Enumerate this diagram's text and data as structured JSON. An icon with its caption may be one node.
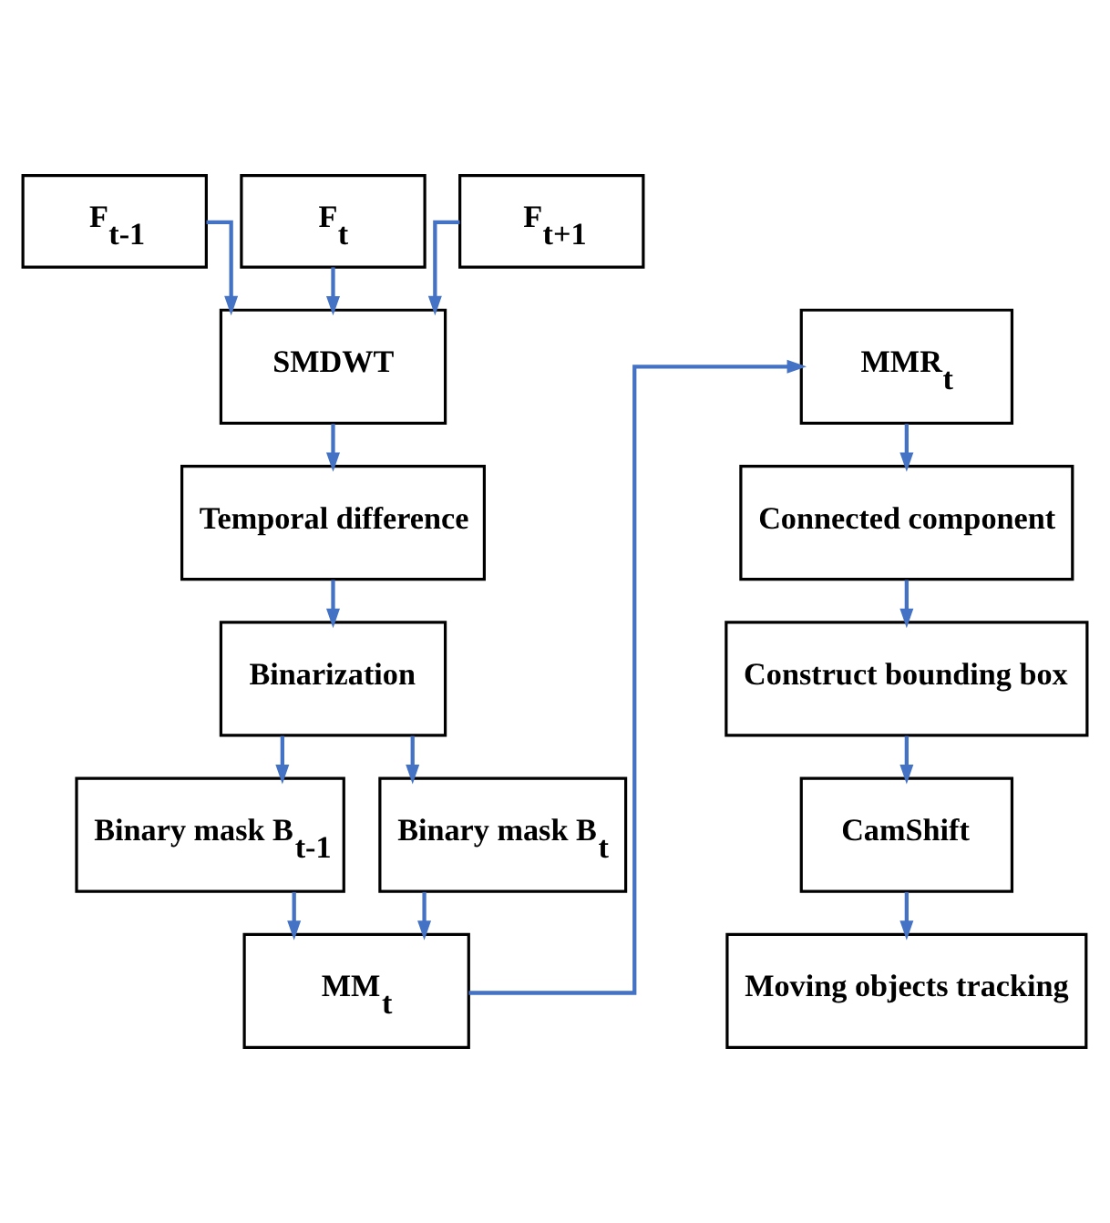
{
  "diagram": {
    "nodes": [
      {
        "text": [
          "F$_{t-1}$"
        ]
      },
      {
        "text": [
          "F$_{t}$"
        ]
      },
      {
        "text": [
          "F$_{t+1}$"
        ]
      },
      {
        "text": [
          "SMDWT"
        ]
      },
      {
        "text": [
          "Temporal difference"
        ]
      },
      {
        "text": [
          "Binarization"
        ]
      },
      {
        "text": [
          "Binary mask B$_{t-1}$"
        ]
      },
      {
        "text": [
          "Binary mask B$_{t}$"
        ]
      },
      {
        "text": [
          "MM$_{t}$"
        ]
      },
      {
        "text": [
          "MMR$_{t}$"
        ]
      },
      {
        "text": [
          "Connected component"
        ]
      },
      {
        "text": [
          "Construct bounding box"
        ]
      },
      {
        "text": [
          "CamShift"
        ]
      },
      {
        "text": [
          "Moving objects tracking"
        ]
      }
    ],
    "edges": [
      {
        "from": 0,
        "to": 3,
        "arrow": "to"
      },
      {
        "from": 1,
        "to": 3,
        "arrow": "to"
      },
      {
        "from": 2,
        "to": 3,
        "arrow": "to"
      },
      {
        "from": 3,
        "to": 4,
        "arrow": "to"
      },
      {
        "from": 4,
        "to": 5,
        "arrow": "to"
      },
      {
        "from": 5,
        "to": 6,
        "arrow": "to"
      },
      {
        "from": 5,
        "to": 7,
        "arrow": "to"
      },
      {
        "from": 6,
        "to": 8,
        "arrow": "to"
      },
      {
        "from": 7,
        "to": 8,
        "arrow": "to"
      },
      {
        "from": 8,
        "to": 9,
        "arrow": "to"
      },
      {
        "from": 9,
        "to": 10,
        "arrow": "to"
      },
      {
        "from": 10,
        "to": 11,
        "arrow": "to"
      },
      {
        "from": 11,
        "to": 12,
        "arrow": "to"
      },
      {
        "from": 12,
        "to": 13,
        "arrow": "to"
      }
    ]
  }
}
